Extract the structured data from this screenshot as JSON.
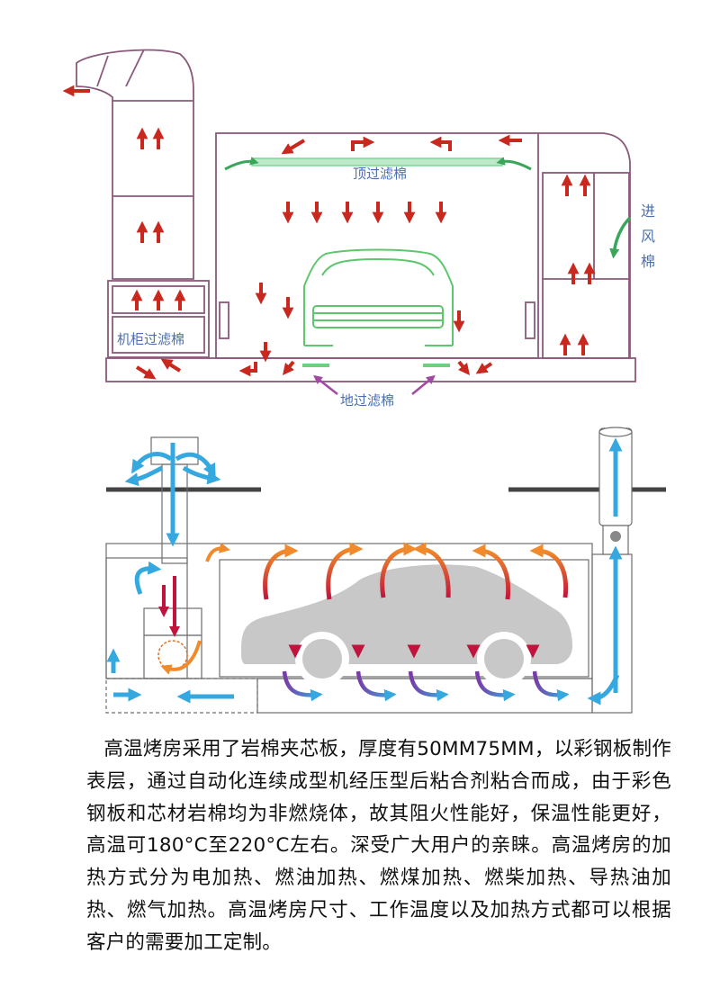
{
  "top_diagram": {
    "labels": {
      "ceiling_filter": "顶过滤棉",
      "cabinet_filter": "机柜过滤棉",
      "floor_filter": "地过滤棉",
      "inlet_1": "进",
      "inlet_2": "风",
      "inlet_3": "棉"
    },
    "colors": {
      "arrow": "#c8281e",
      "filter": "#7fd39a",
      "green_arrow": "#3aa65a",
      "label_arrow": "#a14aa3"
    }
  },
  "bottom_diagram": {
    "colors": {
      "cold_air": "#36a8e0",
      "hot_top": "#f2a23a",
      "hot_bottom": "#c0143c",
      "exhaust": "#7a3aa8",
      "car": "#c8c8c8"
    }
  },
  "description": "高温烤房采用了岩棉夹芯板，厚度有50MM75MM，以彩钢板制作表层，通过自动化连续成型机经压型后粘合剂粘合而成，由于彩色钢板和芯材岩棉均为非燃烧体，故其阻火性能好，保温性能更好，高温可180°C至220°C左右。深受广大用户的亲睐。高温烤房的加热方式分为电加热、燃油加热、燃煤加热、燃柴加热、导热油加热、燃气加热。高温烤房尺寸、工作温度以及加热方式都可以根据客户的需要加工定制。"
}
